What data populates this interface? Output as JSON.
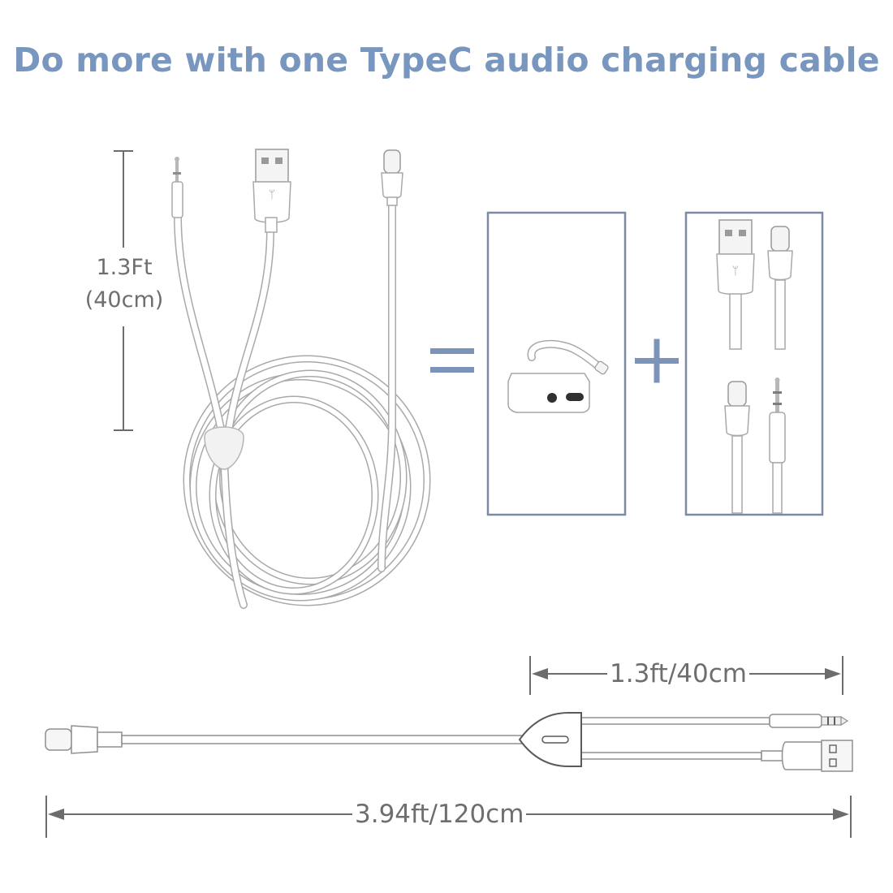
{
  "title": "Do more with one TypeC audio charging cable",
  "vertical_dimension": {
    "line1": "1.3Ft",
    "line2": "(40cm)"
  },
  "split_dimension": "1.3ft/40cm",
  "total_dimension": "3.94ft/120cm",
  "colors": {
    "title": "#7896BE",
    "accent": "#7C94BA",
    "box_border": "#7C8BA4",
    "dimension_text": "#6E6E6E",
    "dimension_line": "#6C6C6C",
    "cable_outline": "#A9A9A9",
    "cable_fill": "#FFFFFF"
  }
}
